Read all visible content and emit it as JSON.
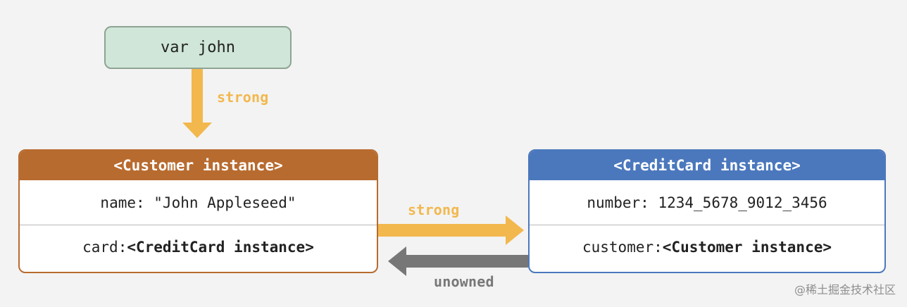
{
  "variable": {
    "label": "var john"
  },
  "customer": {
    "title": "<Customer instance>",
    "name_label": "name: \"John Appleseed\"",
    "card_prefix": "card: ",
    "card_value": "<CreditCard instance>"
  },
  "credit_card": {
    "title": "<CreditCard instance>",
    "number_label": "number: 1234_5678_9012_3456",
    "customer_prefix": "customer: ",
    "customer_value": "<Customer instance>"
  },
  "arrows": {
    "var_to_customer": "strong",
    "customer_to_card": "strong",
    "card_to_customer": "unowned"
  },
  "watermark": "@稀土掘金技术社区",
  "colors": {
    "strong": "#f2b84e",
    "unowned": "#777777",
    "customer_header": "#b86b2f",
    "credit_header": "#4b78bd",
    "variable_fill": "#cfe6d8"
  }
}
